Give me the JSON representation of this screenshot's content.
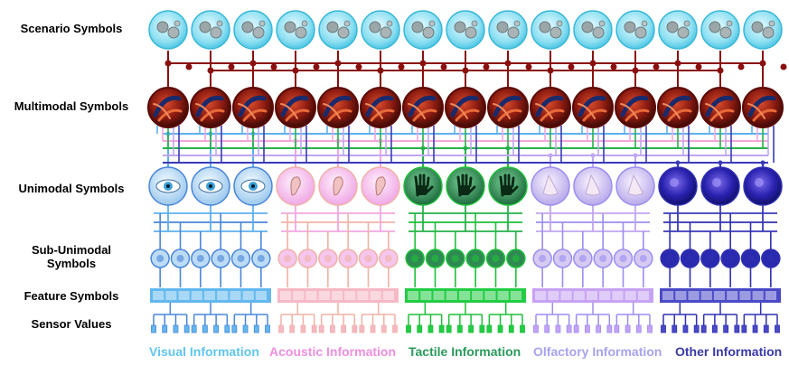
{
  "row_labels": {
    "scenario": "Scenario Symbols",
    "multimodal": "Multimodal Symbols",
    "unimodal": "Unimodal Symbols",
    "sub_unimodal_line1": "Sub-Unimodal",
    "sub_unimodal_line2": "Symbols",
    "feature": "Feature Symbols",
    "sensor": "Sensor Values"
  },
  "legend": [
    {
      "label": "Visual Information",
      "color": "#5fc6f0"
    },
    {
      "label": "Acoustic Information",
      "color": "#f08ee0"
    },
    {
      "label": "Tactile Information",
      "color": "#2a9a5a"
    },
    {
      "label": "Olfactory Information",
      "color": "#a9a2f0"
    },
    {
      "label": "Other Information",
      "color": "#3a3aa8"
    }
  ],
  "modalities": [
    {
      "id": "visual",
      "icon": "eye-icon",
      "node": "#bcdcf6",
      "line": "#5fb0ee",
      "feature": "#62b8ee",
      "sub": "#4a86d8"
    },
    {
      "id": "acoustic",
      "icon": "ear-icon",
      "node": "#f6c6ee",
      "line": "#f3a6e0",
      "feature": "#f6b8c6",
      "sub": "#f0b2a6"
    },
    {
      "id": "tactile",
      "icon": "hand-icon",
      "node": "#2e8a52",
      "line": "#27b14a",
      "feature": "#22cc44",
      "sub": "#1fbf3a"
    },
    {
      "id": "olfactory",
      "icon": "nose-icon",
      "node": "#d6caf2",
      "line": "#c0a6f0",
      "feature": "#c6a2f4",
      "sub": "#9a8ef0"
    },
    {
      "id": "other",
      "icon": "orb-icon",
      "node": "#2a2ab0",
      "line": "#3a3ab8",
      "feature": "#4a4ac8",
      "sub": "#3030b0"
    }
  ],
  "scenario_icon": "gears-icon",
  "multimodal_icon": "brain-tissue-icon"
}
